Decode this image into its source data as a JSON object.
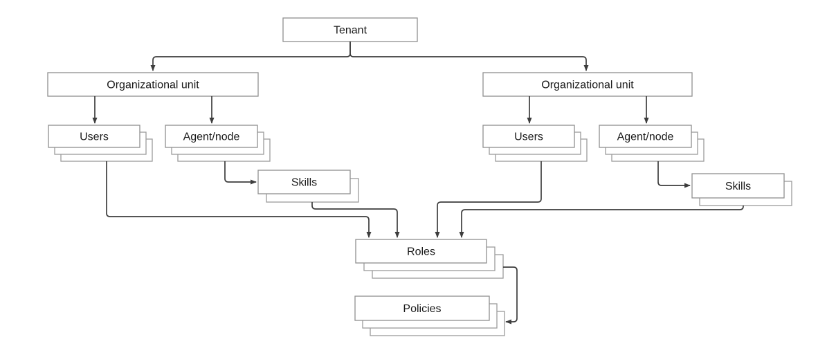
{
  "diagram": {
    "description": "Tenant / organizational unit hierarchy diagram",
    "colors": {
      "background": "#ffffff",
      "box_fill": "#ffffff",
      "box_border": "#8f8f8f",
      "stack_border": "#9c9c9c",
      "connector": "#3d3d3d",
      "text": "#1a1a1a"
    },
    "nodes": {
      "tenant": {
        "label": "Tenant",
        "stack": 1
      },
      "org_left": {
        "label": "Organizational unit",
        "stack": 1
      },
      "org_right": {
        "label": "Organizational unit",
        "stack": 1
      },
      "users_left": {
        "label": "Users",
        "stack": 3
      },
      "agent_left": {
        "label": "Agent/node",
        "stack": 3
      },
      "users_right": {
        "label": "Users",
        "stack": 3
      },
      "agent_right": {
        "label": "Agent/node",
        "stack": 3
      },
      "skills_left": {
        "label": "Skills",
        "stack": 2
      },
      "skills_right": {
        "label": "Skills",
        "stack": 2
      },
      "roles": {
        "label": "Roles",
        "stack": 3
      },
      "policies": {
        "label": "Policies",
        "stack": 3
      }
    },
    "edges": [
      {
        "from": "tenant",
        "to": "org_left"
      },
      {
        "from": "tenant",
        "to": "org_right"
      },
      {
        "from": "org_left",
        "to": "users_left"
      },
      {
        "from": "org_left",
        "to": "agent_left"
      },
      {
        "from": "org_right",
        "to": "users_right"
      },
      {
        "from": "org_right",
        "to": "agent_right"
      },
      {
        "from": "agent_left",
        "to": "skills_left"
      },
      {
        "from": "agent_right",
        "to": "skills_right"
      },
      {
        "from": "users_left",
        "to": "roles"
      },
      {
        "from": "skills_left",
        "to": "roles"
      },
      {
        "from": "users_right",
        "to": "roles"
      },
      {
        "from": "skills_right",
        "to": "roles"
      },
      {
        "from": "roles",
        "to": "policies"
      }
    ]
  }
}
